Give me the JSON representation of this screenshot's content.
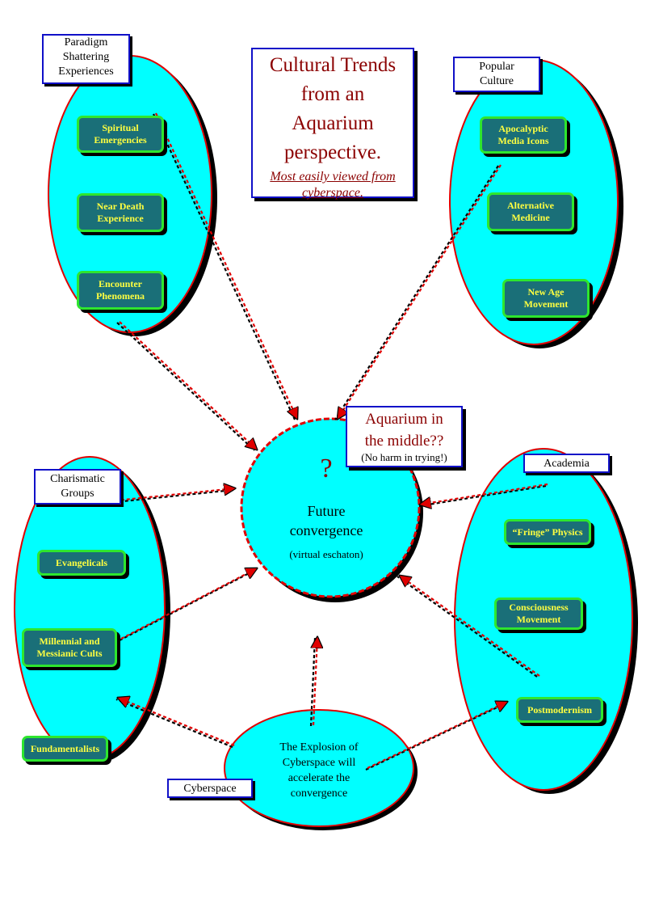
{
  "title": {
    "line1": "Cultural Trends",
    "line2": "from an",
    "line3": "Aquarium",
    "line4": "perspective.",
    "sub1": "Most easily viewed from",
    "sub2": "cyberspace."
  },
  "question_box": {
    "line1": "Aquarium in",
    "line2": "the middle??",
    "line3": "(No harm in trying!)"
  },
  "center": {
    "mark": "?",
    "line1": "Future",
    "line2": "convergence",
    "line3": "(virtual eschaton)"
  },
  "cyberspace": {
    "label": "Cyberspace",
    "line1": "The Explosion of",
    "line2": "Cyberspace will",
    "line3": "accelerate the",
    "line4": "convergence"
  },
  "groups": {
    "paradigm": {
      "label1": "Paradigm",
      "label2": "Shattering",
      "label3": "Experiences",
      "n1a": "Spiritual",
      "n1b": "Emergencies",
      "n2a": "Near Death",
      "n2b": "Experience",
      "n3a": "Encounter",
      "n3b": "Phenomena"
    },
    "popular": {
      "label1": "Popular",
      "label2": "Culture",
      "n1a": "Apocalyptic",
      "n1b": "Media Icons",
      "n2a": "Alternative",
      "n2b": "Medicine",
      "n3a": "New Age",
      "n3b": "Movement"
    },
    "charismatic": {
      "label1": "Charismatic",
      "label2": "Groups",
      "n1": "Evangelicals",
      "n2a": "Millennial and",
      "n2b": "Messianic Cults",
      "n3": "Fundamentalists"
    },
    "academia": {
      "label": "Academia",
      "n1": "“Fringe” Physics",
      "n2a": "Consciousness",
      "n2b": "Movement",
      "n3": "Postmodernism"
    }
  },
  "colors": {
    "ellipse_fill": "#00ffff",
    "ellipse_border": "#e00000",
    "node_fill": "#1a6f78",
    "node_border": "#2ee62e",
    "node_text": "#ffff40",
    "arrow": "#e00000",
    "label_border": "#1010c8",
    "title_text": "#8b0000"
  }
}
